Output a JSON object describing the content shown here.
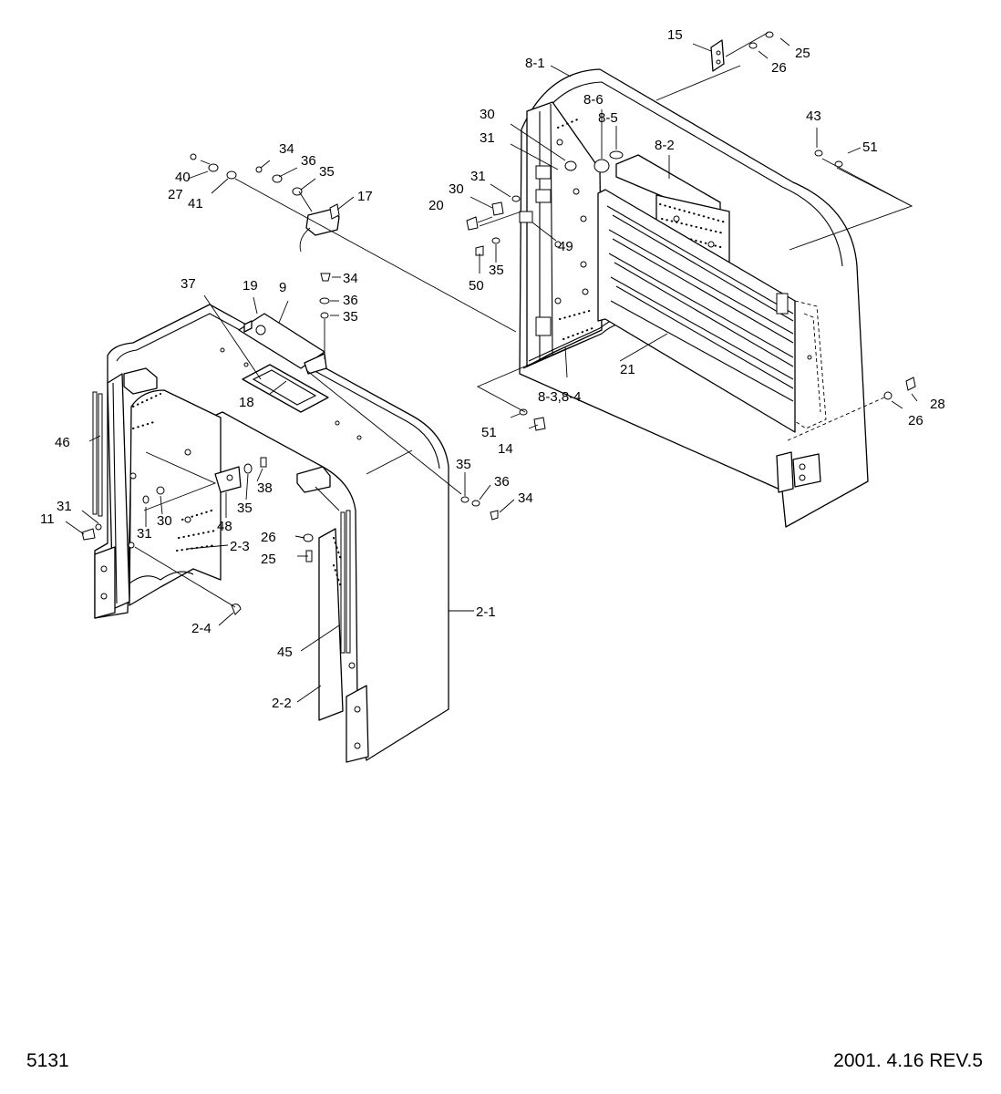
{
  "footer": {
    "code": "5131",
    "revision": "2001. 4.16  REV.5"
  },
  "labels": {
    "l15": "15",
    "l25a": "25",
    "l26a": "26",
    "l8_1": "8-1",
    "l8_6": "8-6",
    "l8_5": "8-5",
    "l30a": "30",
    "l31a": "31",
    "l8_2": "8-2",
    "l43": "43",
    "l51a": "51",
    "l40": "40",
    "l34a": "34",
    "l36a": "36",
    "l35a": "35",
    "l27": "27",
    "l41": "41",
    "l17": "17",
    "l31b": "31",
    "l30b": "30",
    "l20": "20",
    "l49": "49",
    "l35b": "35",
    "l50": "50",
    "l37": "37",
    "l19": "19",
    "l9": "9",
    "l34b": "34",
    "l36b": "36",
    "l35c": "35",
    "l21": "21",
    "l8_3": "8-3,8-4",
    "l18": "18",
    "l46": "46",
    "l51b": "51",
    "l14": "14",
    "l28": "28",
    "l26b": "26",
    "l35d": "35",
    "l36c": "36",
    "l34c": "34",
    "l38": "38",
    "l35e": "35",
    "l48": "48",
    "l31c": "31",
    "l11": "11",
    "l31d": "31",
    "l30c": "30",
    "l2_3": "2-3",
    "l26c": "26",
    "l25b": "25",
    "l2_4": "2-4",
    "l2_1": "2-1",
    "l45": "45",
    "l2_2": "2-2"
  }
}
